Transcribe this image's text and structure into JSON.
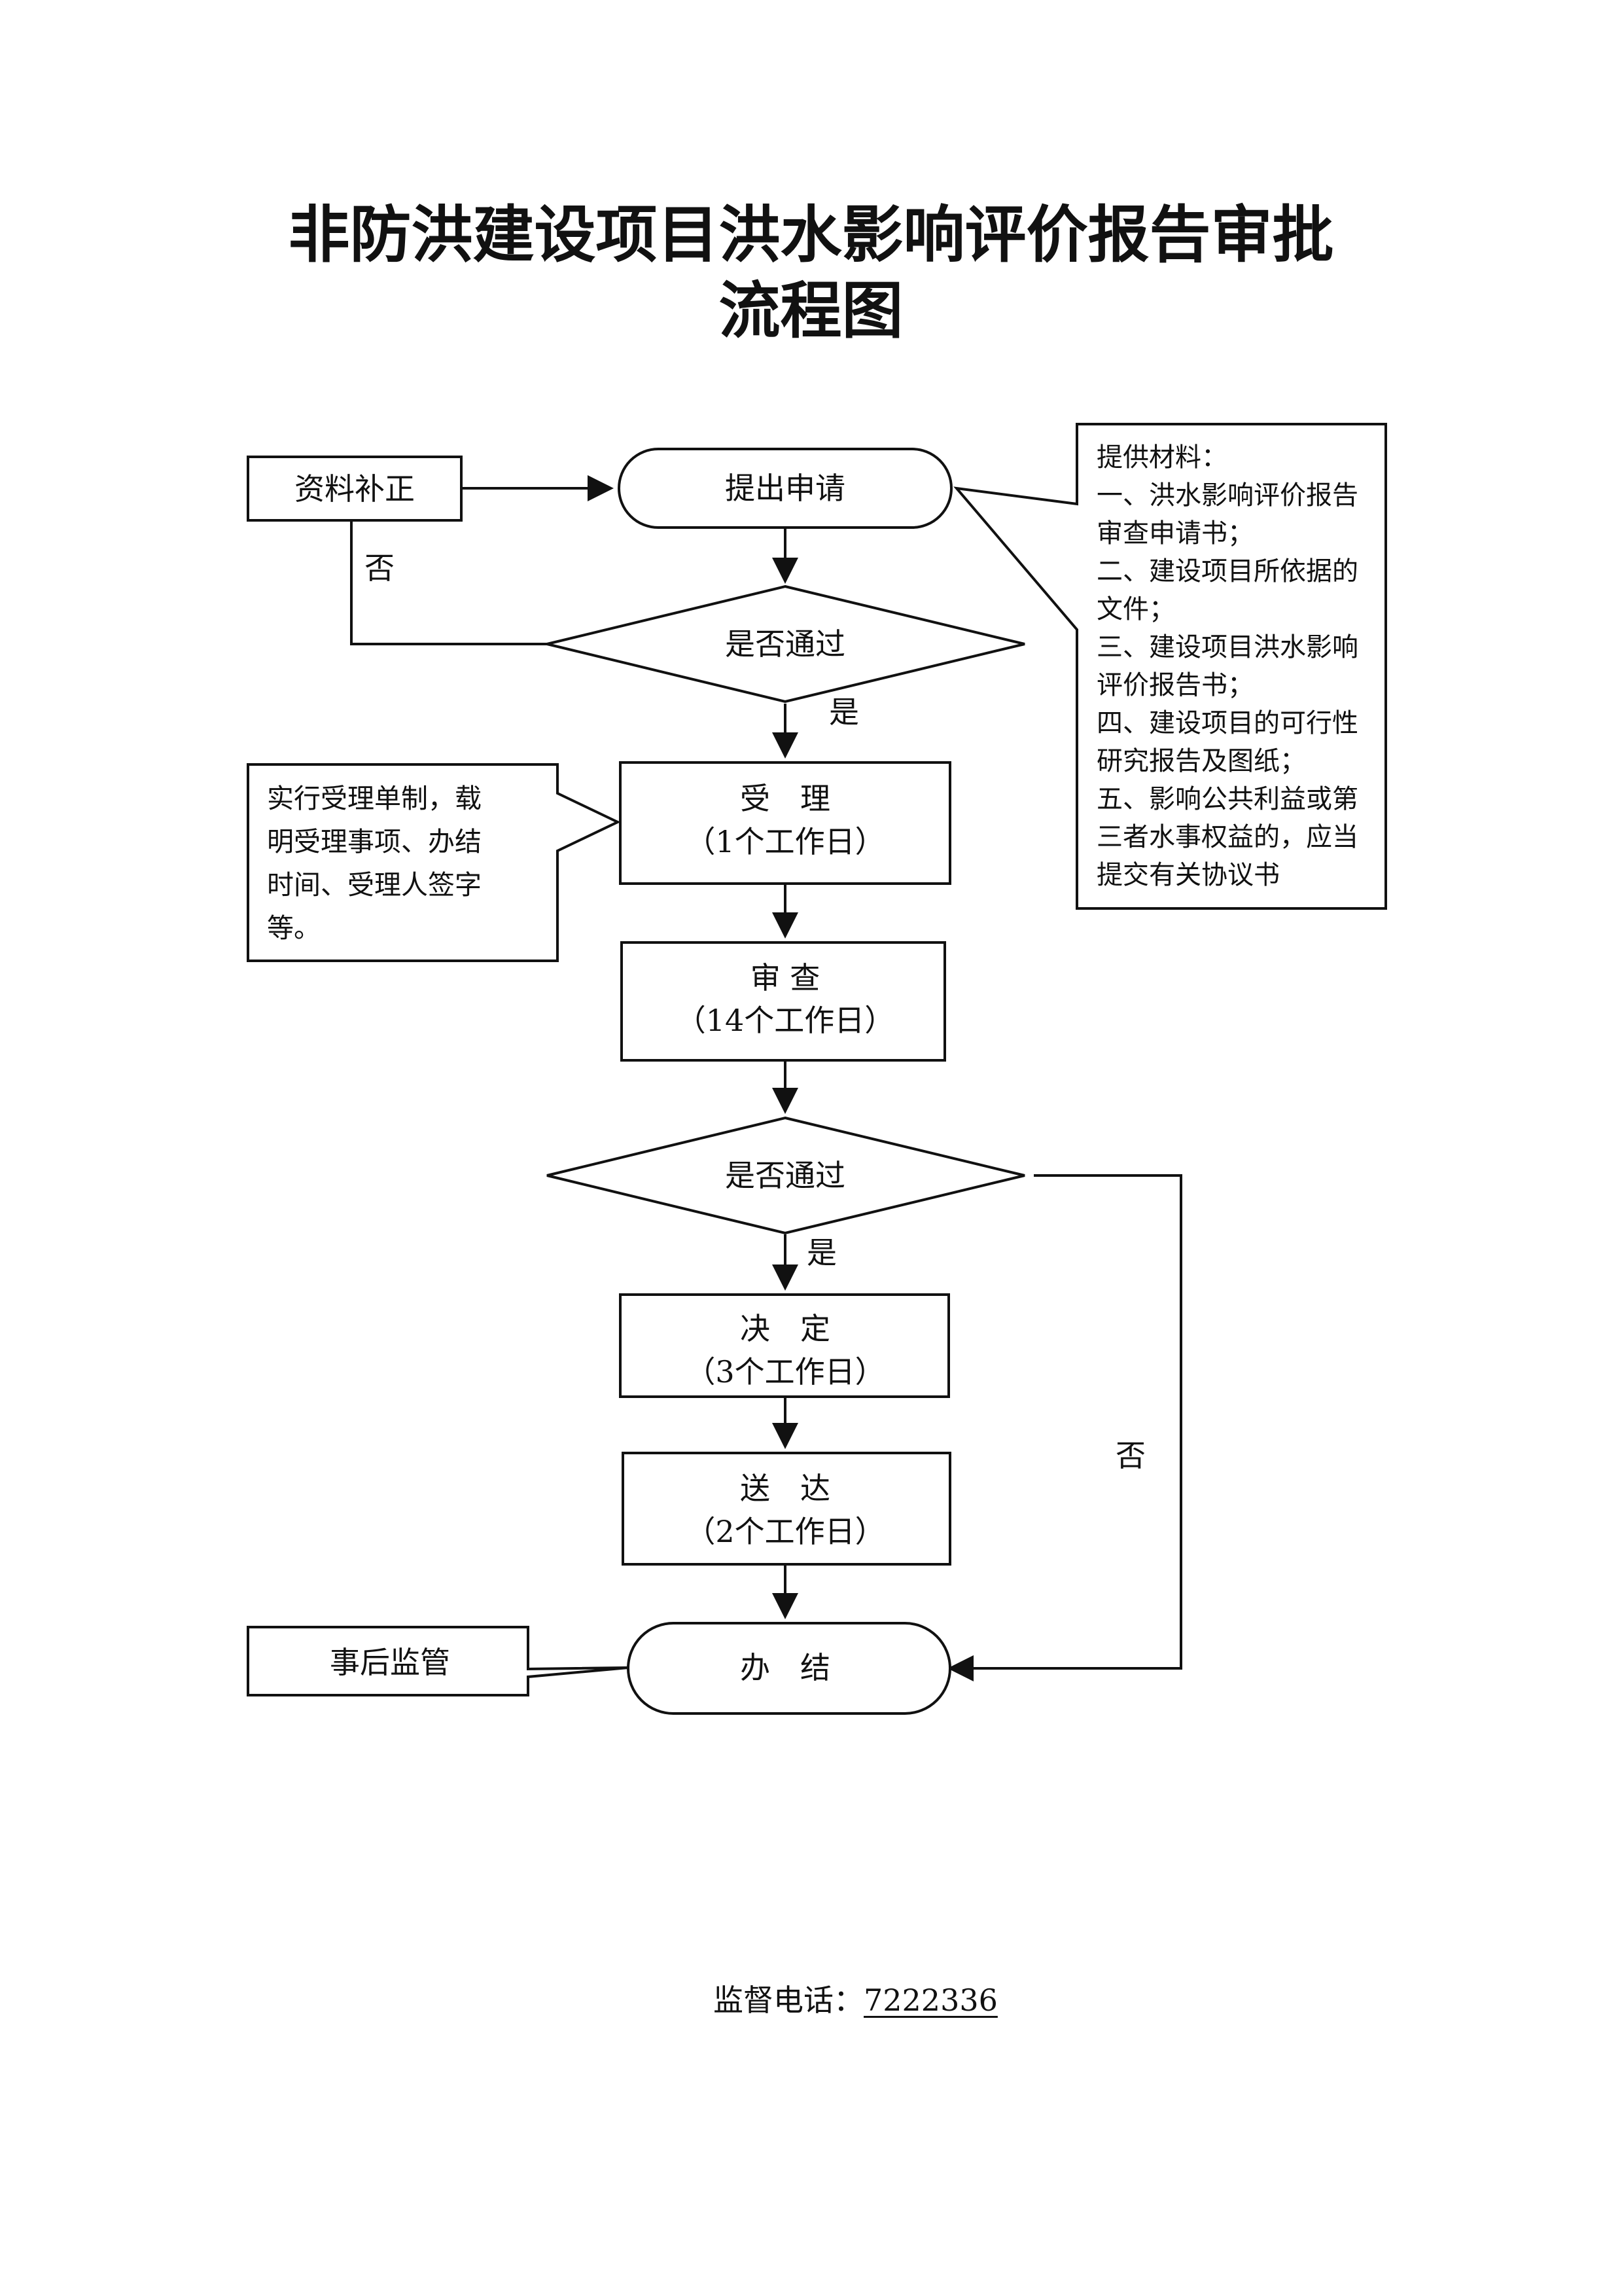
{
  "title": {
    "line1": "非防洪建设项目洪水影响评价报告审批",
    "line2": "流程图"
  },
  "nodes": {
    "apply": "提出申请",
    "supplement": "资料补正",
    "check1": "是否通过",
    "accept": {
      "name": "受　理",
      "days": "（1个工作日）"
    },
    "review": {
      "name": "审 查",
      "days": "（14个工作日）"
    },
    "check2": "是否通过",
    "decide": {
      "name": "决　定",
      "days": "（3个工作日）"
    },
    "deliver": {
      "name": "送　达",
      "days": "（2个工作日）"
    },
    "finish": "办　结",
    "supervise": "事后监管"
  },
  "branch_labels": {
    "no": "否",
    "yes": "是"
  },
  "materials_note": [
    "提供材料：",
    "一、洪水影响评价报告",
    "审查申请书；",
    "二、建设项目所依据的",
    "文件；",
    "三、建设项目洪水影响",
    "评价报告书；",
    "四、建设项目的可行性",
    "研究报告及图纸；",
    "五、影响公共利益或第",
    "三者水事权益的，应当",
    "提交有关协议书"
  ],
  "accept_note": [
    "实行受理单制，载",
    "明受理事项、办结",
    "时间、受理人签字",
    "等。"
  ],
  "footer": {
    "label": "监督电话：",
    "phone": "7222336"
  }
}
